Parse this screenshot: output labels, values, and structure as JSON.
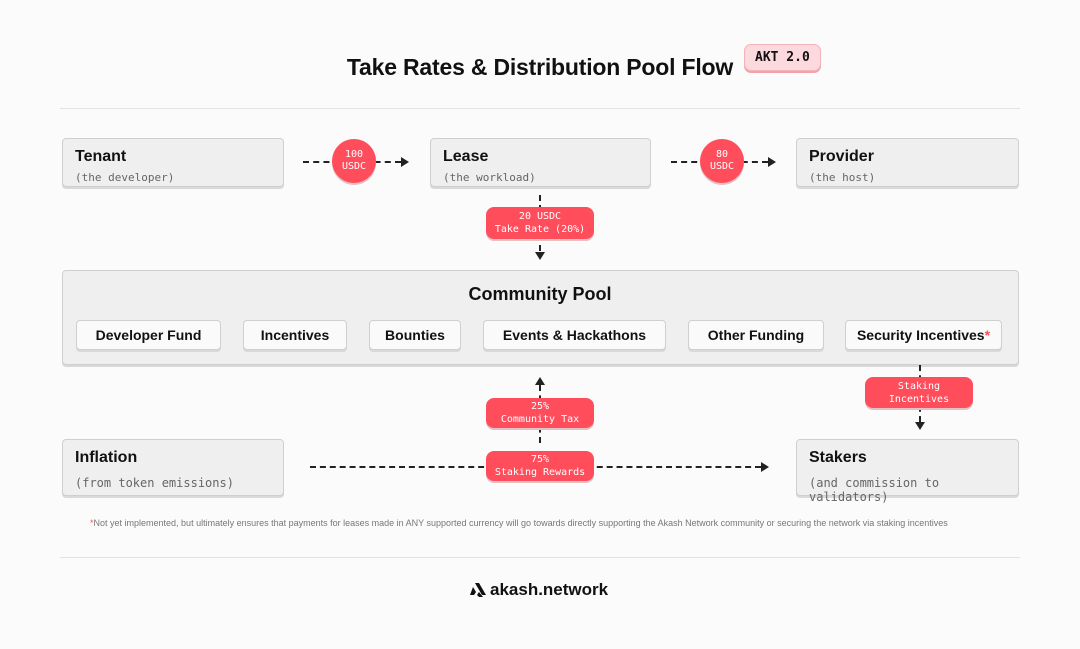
{
  "title": "Take Rates & Distribution Pool Flow",
  "badge": "AKT 2.0",
  "nodes": {
    "tenant": {
      "title": "Tenant",
      "subtitle": "(the developer)"
    },
    "lease": {
      "title": "Lease",
      "subtitle": "(the workload)"
    },
    "provider": {
      "title": "Provider",
      "subtitle": "(the host)"
    },
    "inflation": {
      "title": "Inflation",
      "subtitle": "(from token emissions)"
    },
    "stakers": {
      "title": "Stakers",
      "subtitle": "(and commission to validators)"
    }
  },
  "flows": {
    "tenant_to_lease": {
      "line1": "100",
      "line2": "USDC"
    },
    "lease_to_provider": {
      "line1": "80",
      "line2": "USDC"
    },
    "take_rate": {
      "line1": "20 USDC",
      "line2": "Take Rate (20%)"
    },
    "community_tax": {
      "line1": "25%",
      "line2": "Community Tax"
    },
    "staking_rewards": {
      "line1": "75%",
      "line2": "Staking Rewards"
    },
    "staking_incentives": {
      "line1": "Staking",
      "line2": "Incentives"
    }
  },
  "pool": {
    "title": "Community Pool",
    "items": [
      "Developer Fund",
      "Incentives",
      "Bounties",
      "Events & Hackathons",
      "Other Funding",
      "Security Incentives"
    ],
    "asterisk": "*"
  },
  "footnote": {
    "star": "*",
    "text": "Not yet implemented, but ultimately ensures that payments for leases made in ANY supported currency will go towards directly supporting the Akash Network community or securing the network via staking incentives"
  },
  "brand": {
    "name": "akash.network",
    "icon": "akash-logo-icon"
  },
  "colors": {
    "accent": "#ff4d5c",
    "box": "#efefef",
    "badge": "#fbd9dc"
  }
}
